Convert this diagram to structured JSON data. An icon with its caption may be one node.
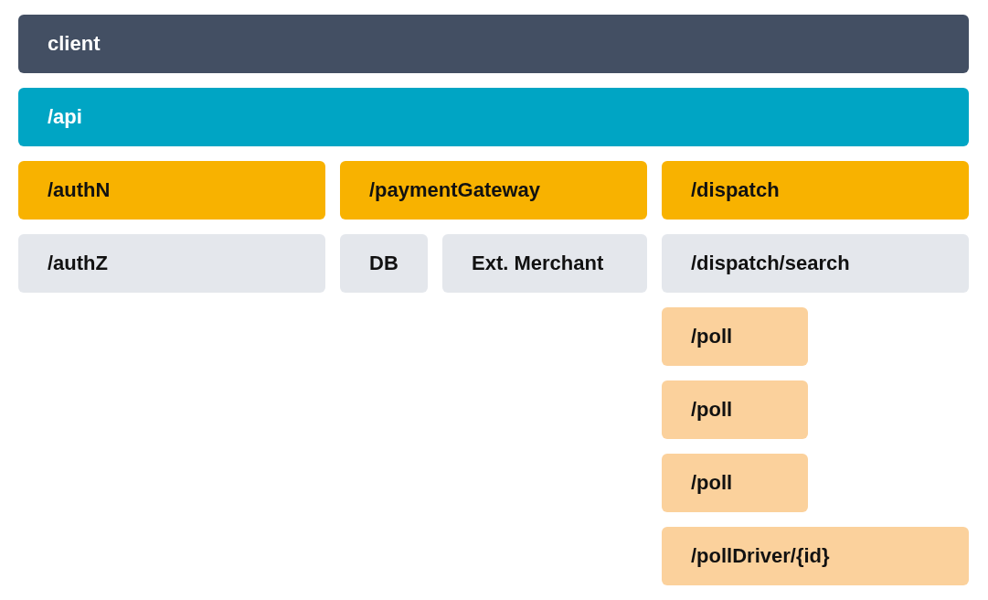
{
  "diagram": {
    "nodes": [
      {
        "text": [
          "client"
        ]
      },
      {
        "text": [
          "/api"
        ]
      },
      {
        "text": [
          "/authN"
        ]
      },
      {
        "text": [
          "/paymentGateway"
        ]
      },
      {
        "text": [
          "/dispatch"
        ]
      },
      {
        "text": [
          "/authZ"
        ]
      },
      {
        "text": [
          "DB"
        ]
      },
      {
        "text": [
          "Ext. Merchant"
        ]
      },
      {
        "text": [
          "/dispatch/search"
        ]
      },
      {
        "text": [
          "/poll"
        ]
      },
      {
        "text": [
          "/poll"
        ]
      },
      {
        "text": [
          "/poll"
        ]
      },
      {
        "text": [
          "/pollDriver/{id}"
        ]
      }
    ]
  }
}
